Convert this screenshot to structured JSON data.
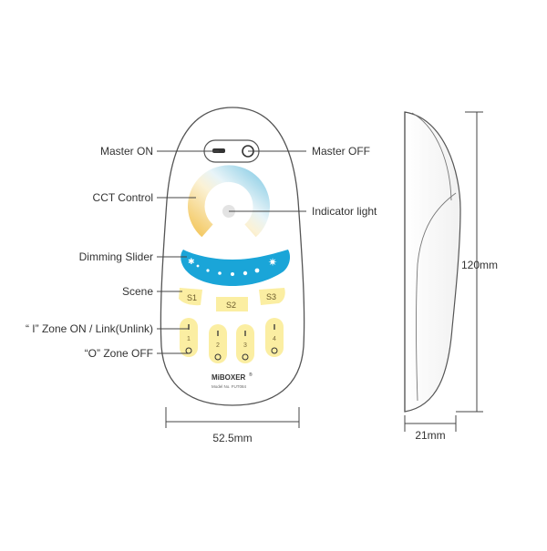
{
  "callouts": {
    "master_on": "Master ON",
    "master_off": "Master OFF",
    "cct_control": "CCT Control",
    "indicator_light": "Indicator light",
    "dimming_slider": "Dimming Slider",
    "scene": "Scene",
    "zone_on_link": "“ I” Zone ON / Link(Unlink)",
    "zone_off": "“O” Zone OFF"
  },
  "dimensions": {
    "width": "52.5mm",
    "height": "120mm",
    "depth": "21mm"
  },
  "remote": {
    "scene_buttons": [
      "S1",
      "S2",
      "S3"
    ],
    "zones": [
      "1",
      "2",
      "3",
      "4"
    ],
    "brand": "MiBOXER",
    "brand_mark": "®",
    "model": "Model No. FUT084"
  },
  "colors": {
    "outline": "#555555",
    "button_yellow": "#fbeea2",
    "cct_warm": "#f2c04a",
    "cct_cool": "#6fc2e0",
    "slider_blue": "#1aa5d8"
  }
}
